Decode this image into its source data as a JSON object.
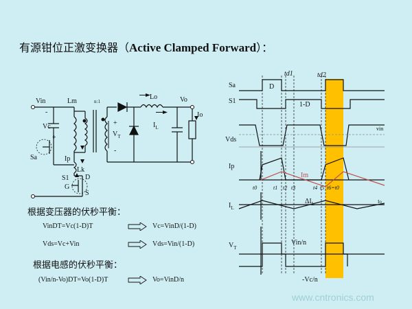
{
  "title": {
    "cn": "有源钳位正激变换器（",
    "en": "Active Clamped Forward",
    "end": "）："
  },
  "circuit": {
    "vin": "Vin",
    "lm": "Lm",
    "ratio": "n:1",
    "lo": "Lo",
    "vo": "Vo",
    "io": "Io",
    "vc": "Vc",
    "sa": "Sa",
    "ip": "Ip",
    "lk": "Lk",
    "s1": "S1",
    "g": "G",
    "d": "D",
    "s": "S",
    "vt": "V",
    "vt_sub": "T",
    "il": "I",
    "il_sub": "L",
    "plus": "+",
    "minus": "-"
  },
  "waveforms": {
    "td1": "td1",
    "td2": "td2",
    "sa": "Sa",
    "s1": "S1",
    "d_label": "D",
    "one_minus_d": "1-D",
    "vds": "Vds",
    "vin": "vin",
    "ip": "Ip",
    "im": "Im",
    "t0": "t0",
    "t1": "t1",
    "t2": "t2",
    "t3": "t3",
    "t4": "t4",
    "t5": "t5",
    "t6": "t6=t0",
    "il": "I",
    "il_sub": "L",
    "io": "Io",
    "delta_il": "ΔI",
    "delta_sub": "L",
    "vt": "V",
    "vt_sub": "T",
    "vin_n": "Vin/n",
    "neg_vc_n": "-Vc/n"
  },
  "transformer_heading": "根据变压器的伏秒平衡：",
  "eq1_left": "VinDT=Vc(1-D)T",
  "eq1_right": "Vc=VinD/(1-D)",
  "eq2_left": "Vds=Vc+Vin",
  "eq2_right": "Vds=Vin/(1-D)",
  "inductor_heading": "根据电感的伏秒平衡：",
  "eq3_left": "(Vin/n-Vo)DT=Vo(1-D)T",
  "eq3_right": "Vo=VinD/n",
  "watermark": "www.cntronics.com",
  "colors": {
    "background": "#cfeef3",
    "highlight": "#ffc000",
    "im_curve": "#c0504d"
  }
}
